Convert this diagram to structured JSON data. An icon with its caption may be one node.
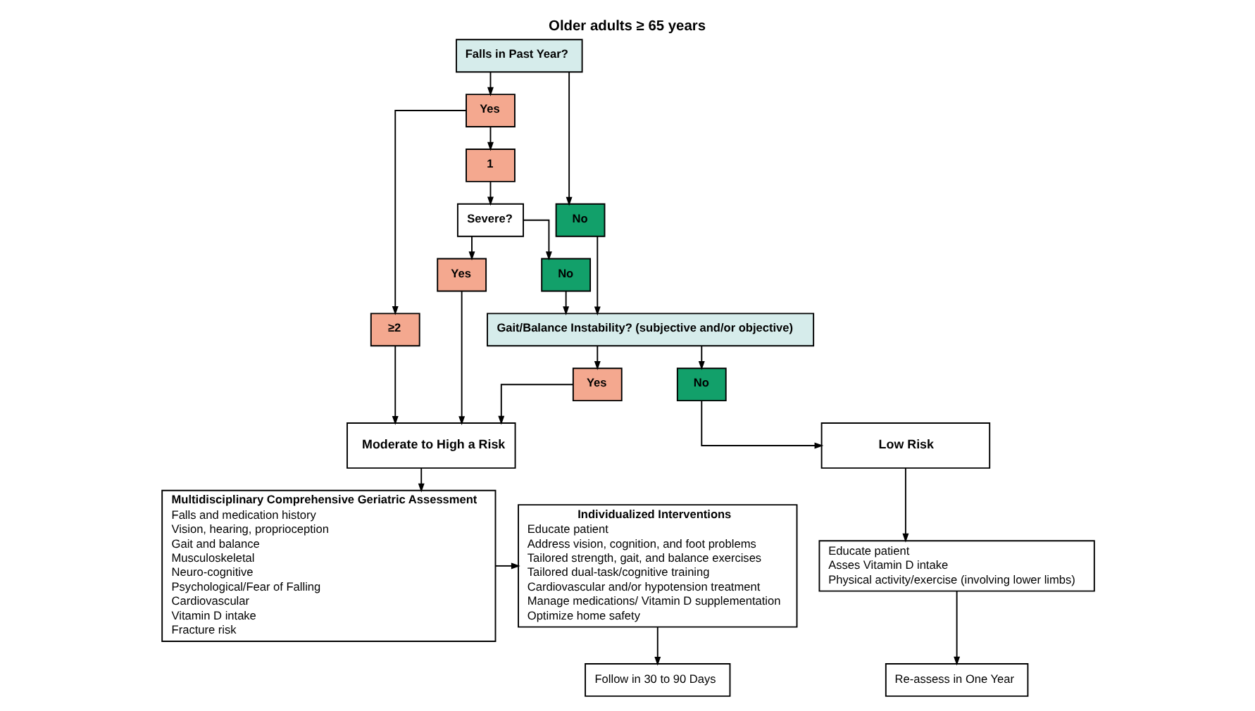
{
  "diagram": {
    "title": "Older adults ≥ 65 years",
    "nodes": [
      {
        "text": [
          "Falls in Past Year?"
        ]
      },
      {
        "text": [
          "Yes"
        ]
      },
      {
        "text": [
          "No"
        ]
      },
      {
        "text": [
          "≥2"
        ]
      },
      {
        "text": [
          "1"
        ]
      },
      {
        "text": [
          "Severe?"
        ]
      },
      {
        "text": [
          "No"
        ]
      },
      {
        "text": [
          "Gait/Balance Instability? (subjective and/or objective)"
        ]
      },
      {
        "text": [
          "Yes"
        ]
      },
      {
        "text": [
          "Moderate to High a Risk"
        ]
      },
      {
        "text": [
          "Yes"
        ]
      },
      {
        "text": [
          "No"
        ]
      },
      {
        "text": [
          "Low Risk"
        ]
      },
      {
        "text": [
          "Multidisciplinary Comprehensive Geriatric Assessment",
          "Falls and medication history",
          "Vision, hearing, proprioception",
          "Gait and balance",
          "Musculoskeletal",
          "Neuro-cognitive",
          "Psychological/Fear of Falling",
          "Cardiovascular",
          "Vitamin D intake",
          "Fracture risk"
        ]
      },
      {
        "text": [
          "Individualized Interventions",
          "Educate patient",
          "Address vision, cognition, and foot problems",
          "Tailored strength, gait, and balance exercises",
          "Tailored dual-task/cognitive training",
          "Cardiovascular and/or hypotension treatment",
          "Manage medications/ Vitamin D supplementation",
          "Optimize home safety"
        ]
      },
      {
        "text": [
          "Follow in 30 to 90 Days"
        ]
      },
      {
        "text": [
          "Educate patient",
          "Asses Vitamin D intake",
          "Physical activity/exercise (involving lower limbs)"
        ]
      },
      {
        "text": [
          "Re-assess in One Year"
        ]
      }
    ],
    "edges": [
      {
        "from": 0,
        "to": 1,
        "arrow": "to"
      },
      {
        "from": 0,
        "to": 2,
        "arrow": "to"
      },
      {
        "from": 1,
        "to": 3,
        "arrow": "to"
      },
      {
        "from": 1,
        "to": 4,
        "arrow": "to"
      },
      {
        "from": 4,
        "to": 5,
        "arrow": "to"
      },
      {
        "from": 5,
        "to": 8,
        "arrow": "to"
      },
      {
        "from": 5,
        "to": 6,
        "arrow": "to"
      },
      {
        "from": 6,
        "to": 7,
        "arrow": "to"
      },
      {
        "from": 2,
        "to": 7,
        "arrow": "to"
      },
      {
        "from": 7,
        "to": 10,
        "arrow": "to"
      },
      {
        "from": 7,
        "to": 11,
        "arrow": "to"
      },
      {
        "from": 3,
        "to": 9,
        "arrow": "to"
      },
      {
        "from": 8,
        "to": 9,
        "arrow": "to"
      },
      {
        "from": 10,
        "to": 9,
        "arrow": "to"
      },
      {
        "from": 11,
        "to": 12,
        "arrow": "to"
      },
      {
        "from": 9,
        "to": 13,
        "arrow": "to"
      },
      {
        "from": 13,
        "to": 14,
        "arrow": "to"
      },
      {
        "from": 14,
        "to": 15,
        "arrow": "to"
      },
      {
        "from": 12,
        "to": 16,
        "arrow": "to"
      },
      {
        "from": 16,
        "to": 17,
        "arrow": "to"
      }
    ]
  }
}
